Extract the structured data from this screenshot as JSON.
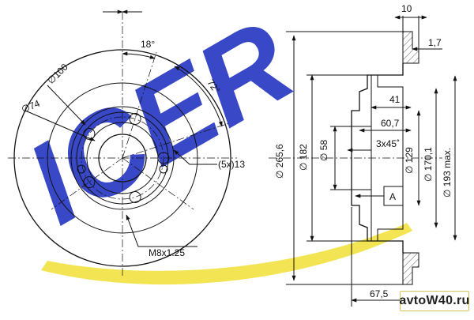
{
  "brand": {
    "logo_text": "ICER",
    "colors": {
      "blue": "#2f3fc4",
      "yellow": "#f3e34a"
    }
  },
  "front_view": {
    "angle_top": "18°",
    "angle_right": "72°",
    "d_100": "∅100",
    "d_74": "∅74",
    "holes": "(5x)13",
    "thread": "M8x1.25"
  },
  "section_view": {
    "d_265_6": "∅ 265,6",
    "d_182": "∅ 182",
    "d_58": "∅ 58",
    "w_10": "10",
    "w_1_7": "1,7",
    "d_41": "41",
    "d_60_7": "60,7",
    "chamfer": "3x45˚",
    "d_129": "∅ 129",
    "d_170_1": "∅ 170,1",
    "d_193_max": "∅ 193 max.",
    "datum": "A",
    "h_67_5": "67,5"
  },
  "watermark": {
    "text": "avtoW40.ru"
  }
}
